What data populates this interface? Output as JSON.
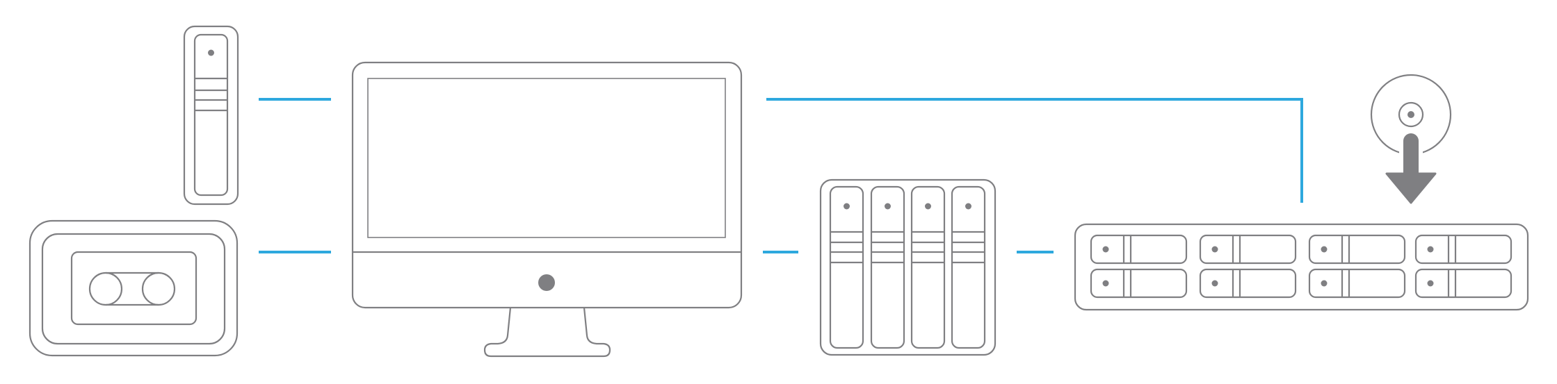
{
  "diagram": {
    "colors": {
      "device_stroke": "#7f7f82",
      "connection": "#2ea8de",
      "background": "#ffffff"
    },
    "devices": [
      {
        "id": "portable-ssd",
        "icon": "portable-ssd-icon"
      },
      {
        "id": "desktop-computer",
        "icon": "desktop-monitor-icon"
      },
      {
        "id": "external-drive-dock",
        "icon": "dual-drive-enclosure-icon"
      },
      {
        "id": "nas-4-bay",
        "icon": "nas-4-bay-icon"
      },
      {
        "id": "rack-8-bay",
        "icon": "rackmount-8-bay-icon"
      },
      {
        "id": "optical-disc",
        "icon": "optical-disc-icon"
      }
    ],
    "connections": [
      {
        "from": "portable-ssd",
        "to": "desktop-computer"
      },
      {
        "from": "external-drive-dock",
        "to": "desktop-computer"
      },
      {
        "from": "desktop-computer",
        "to": "nas-4-bay"
      },
      {
        "from": "nas-4-bay",
        "to": "rack-8-bay"
      },
      {
        "from": "desktop-computer",
        "to": "rack-8-bay"
      },
      {
        "from": "optical-disc",
        "to": "rack-8-bay",
        "kind": "arrow"
      }
    ]
  }
}
